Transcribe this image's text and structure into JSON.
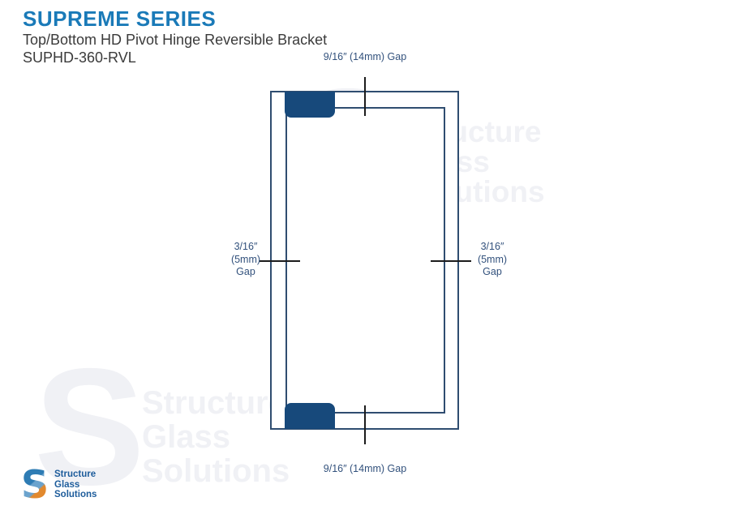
{
  "header": {
    "series_title": "SUPREME SERIES",
    "product_title": "Top/Bottom HD Pivot Hinge Reversible Bracket",
    "product_code": "SUPHD-360-RVL"
  },
  "diagram": {
    "top_gap_label": "9/16″ (14mm) Gap",
    "bottom_gap_label": "9/16″ (14mm) Gap",
    "left_gap": [
      "3/16″",
      "(5mm)",
      "Gap"
    ],
    "right_gap": [
      "3/16″",
      "(5mm)",
      "Gap"
    ]
  },
  "watermark": {
    "glyph": "S",
    "lines": [
      "Structure",
      "Glass",
      "Solutions"
    ]
  },
  "logo": {
    "glyph": "S",
    "lines": [
      "Structure",
      "Glass",
      "Solutions"
    ]
  },
  "colors": {
    "series_title_blue": "#1a7ab8",
    "body_text": "#3b3b3b",
    "diagram_line": "#2f4d70",
    "bracket_fill": "#17497b",
    "tick_line": "#1c1c1c",
    "label_navy": "#32517c",
    "watermark_gray": "#f0f1f5",
    "logo_text_navy": "#1d5c9b",
    "logo_blue": "#2e7cb4",
    "logo_light_blue": "#6ba3cd",
    "logo_orange": "#e2892e"
  }
}
